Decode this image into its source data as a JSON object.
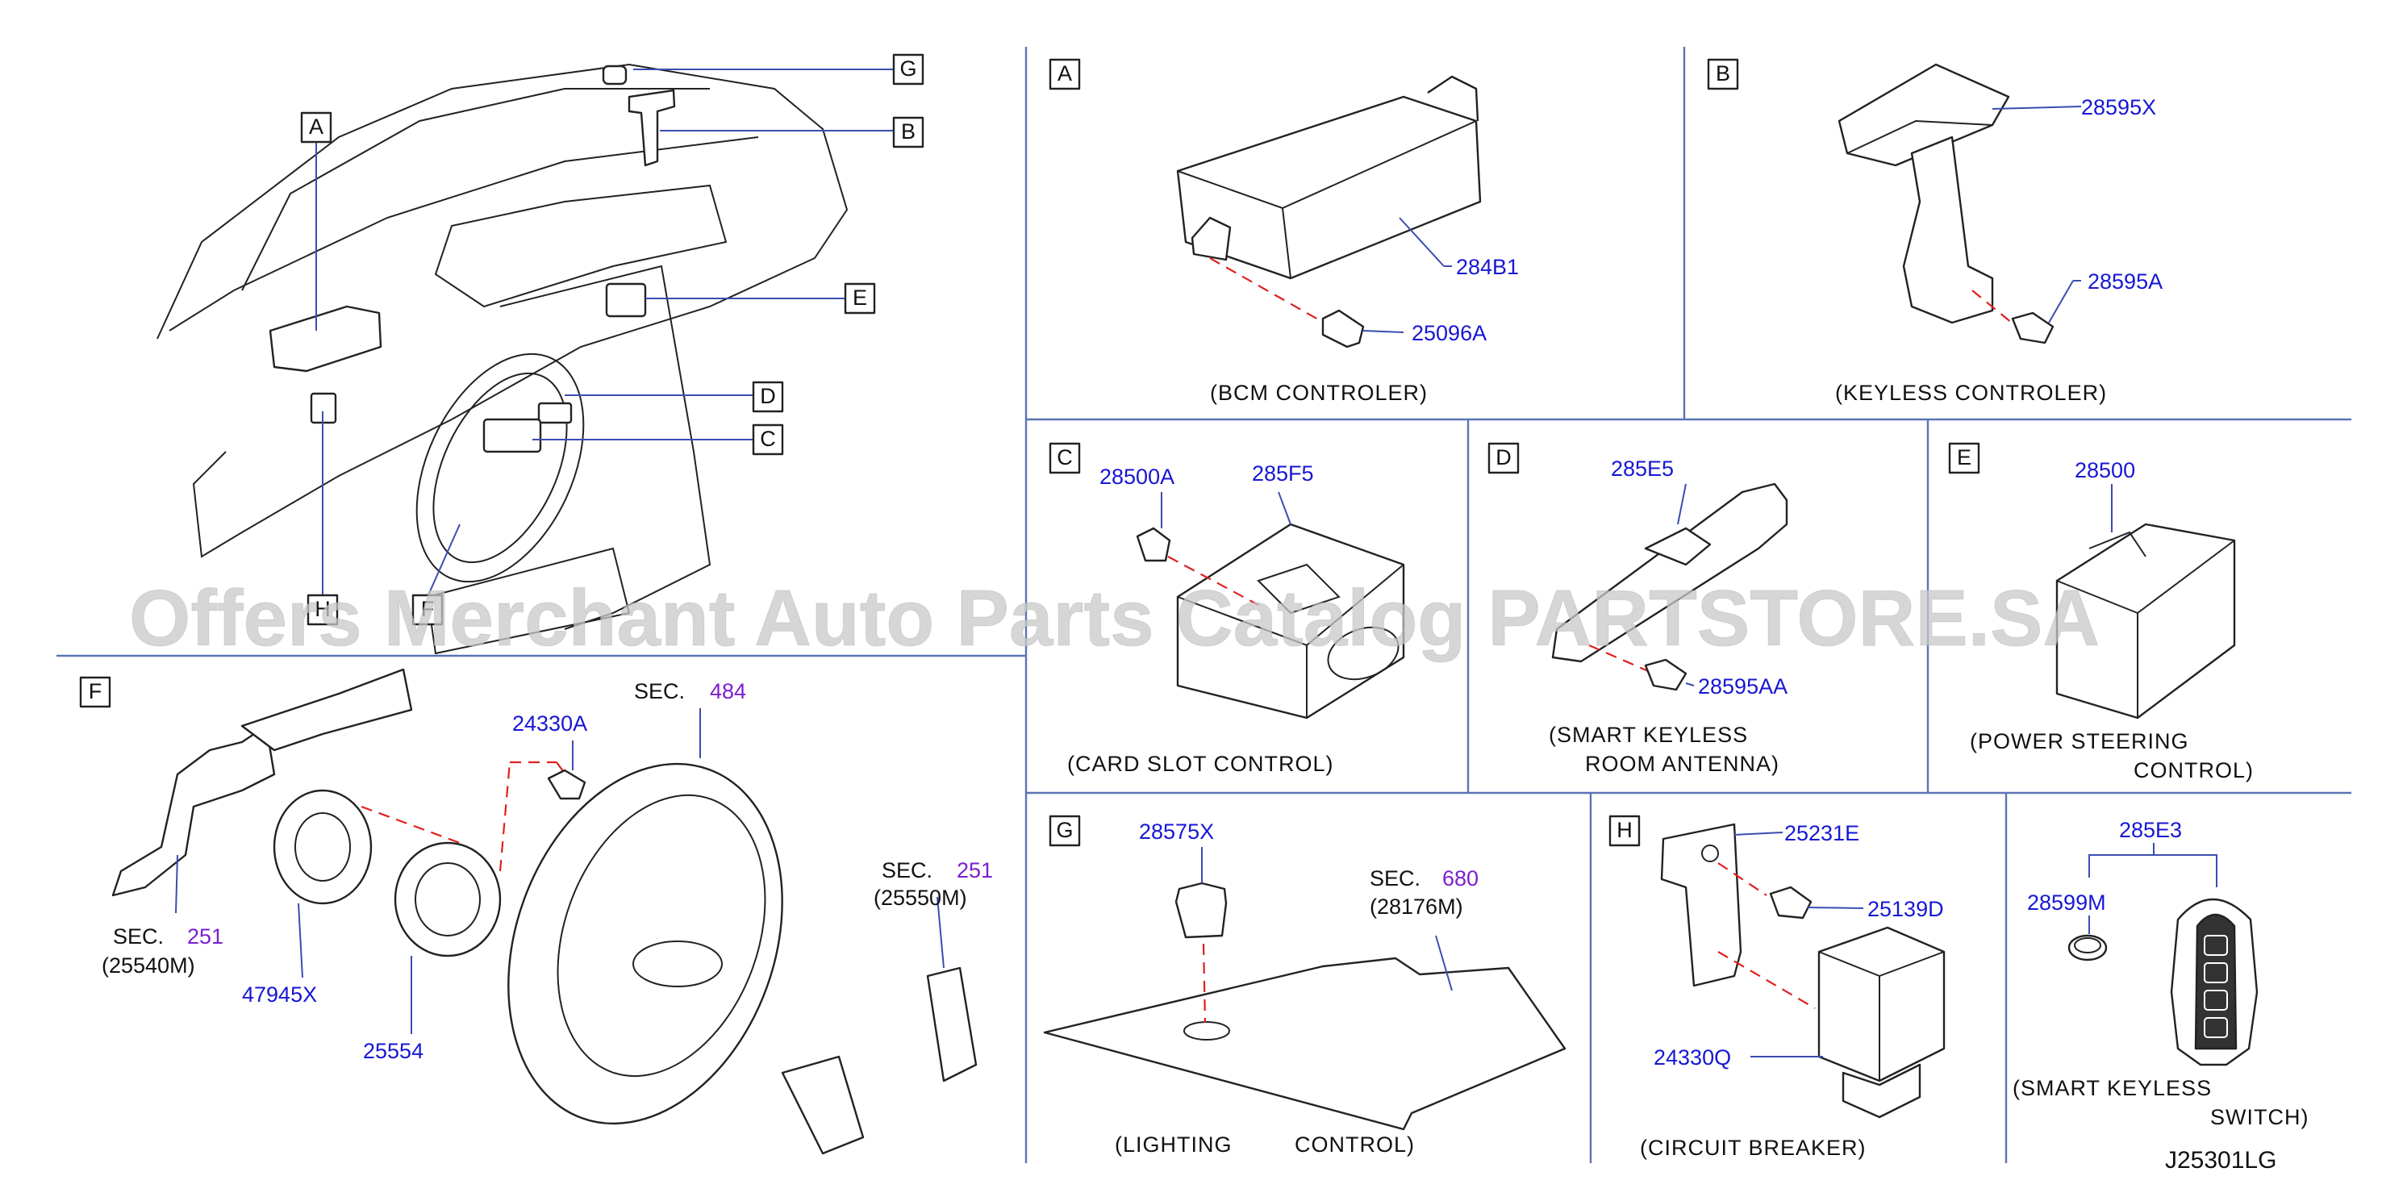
{
  "sections": {
    "overview": {
      "labels": [
        "A",
        "B",
        "C",
        "D",
        "E",
        "G",
        "F",
        "H"
      ]
    },
    "A": {
      "letter": "A",
      "parts": [
        "284B1",
        "25096A"
      ],
      "caption": "(BCM   CONTROLER)"
    },
    "B": {
      "letter": "B",
      "parts": [
        "28595X",
        "28595A"
      ],
      "caption": "(KEYLESS   CONTROLER)"
    },
    "C": {
      "letter": "C",
      "parts": [
        "28500A",
        "285F5"
      ],
      "caption": "(CARD   SLOT   CONTROL)"
    },
    "D": {
      "letter": "D",
      "parts": [
        "285E5",
        "28595AA"
      ],
      "caption_1": "(SMART   KEYLESS",
      "caption_2": "ROOM   ANTENNA)"
    },
    "E": {
      "letter": "E",
      "parts": [
        "28500"
      ],
      "caption_1": "(POWER   STEERING",
      "caption_2": "CONTROL)"
    },
    "F": {
      "letter": "F",
      "parts": [
        "24330A",
        "47945X",
        "25554"
      ],
      "sec_refs": [
        {
          "prefix": "SEC.",
          "number": "484",
          "sub": ""
        },
        {
          "prefix": "SEC.",
          "number": "251",
          "sub": "(25540M)"
        },
        {
          "prefix": "SEC.",
          "number": "251",
          "sub": "(25550M)"
        }
      ]
    },
    "G": {
      "letter": "G",
      "parts": [
        "28575X"
      ],
      "sec_ref": {
        "prefix": "SEC.",
        "number": "680",
        "sub": "(28176M)"
      },
      "caption_1": "(LIGHTING",
      "caption_2": "CONTROL)"
    },
    "H": {
      "letter": "H",
      "parts": [
        "25231E",
        "25139D",
        "24330Q"
      ],
      "caption": "(CIRCUIT   BREAKER)"
    },
    "smart_key": {
      "parts": [
        "285E3",
        "28599M"
      ],
      "caption_1": "(SMART   KEYLESS",
      "caption_2": "SWITCH)"
    }
  },
  "diagram_code": "J25301LG",
  "watermark": "Offers Merchant Auto Parts Catalog PARTSTORE.SA",
  "colors": {
    "part_number": "#1717d4",
    "section_ref": "#7a1fcf",
    "divider": "#5a74b4",
    "dashed_guide": "#e02020",
    "line": "#222222"
  }
}
